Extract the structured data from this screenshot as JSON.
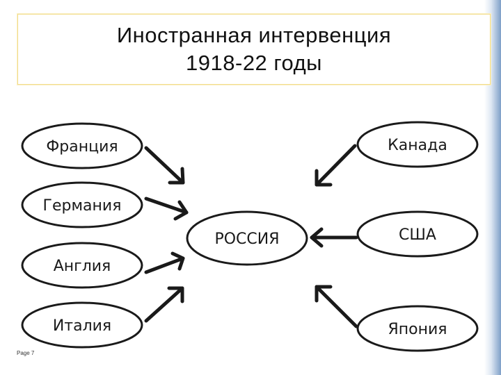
{
  "title": {
    "line1": "Иностранная интервенция",
    "line2": "1918-22 годы"
  },
  "diagram": {
    "center": "РОССИЯ",
    "left_nodes": [
      "Франция",
      "Германия",
      "Англия",
      "Италия"
    ],
    "right_nodes": [
      "Канада",
      "США",
      "Япония"
    ]
  },
  "footer": {
    "text": "Page 7"
  },
  "colors": {
    "ink": "#1a1a1a",
    "title_border": "#f2dc8a",
    "edge_accent": "#7e9fc8"
  }
}
